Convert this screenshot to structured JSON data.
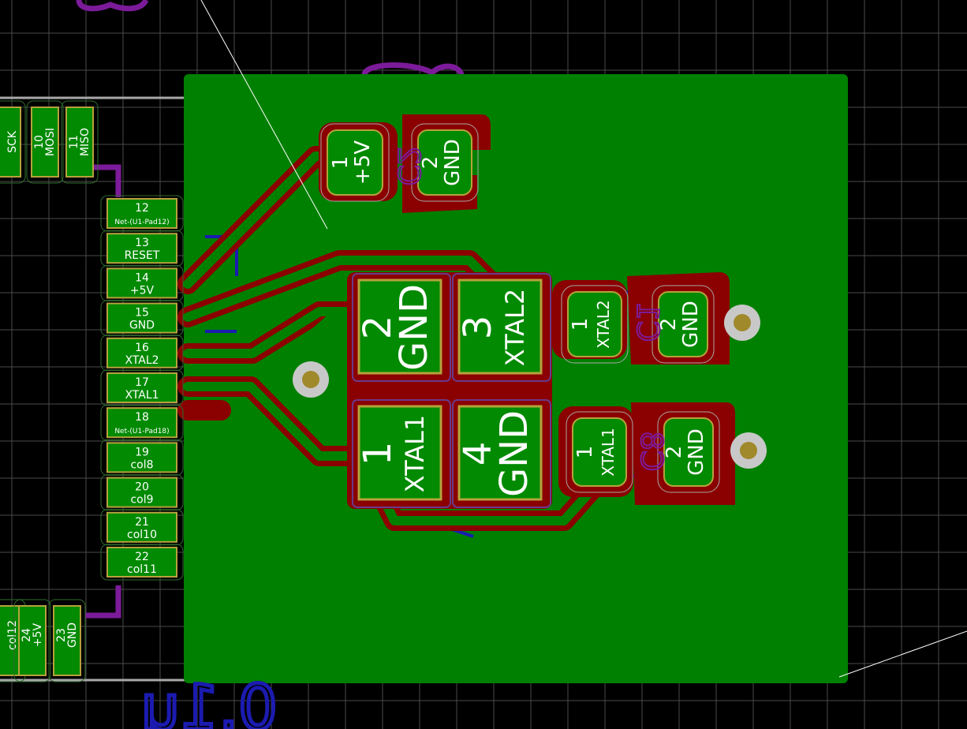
{
  "colors": {
    "background": "#000000",
    "grid": "#4a4a4a",
    "copper_front": "#8b0000",
    "copper_fill": "#008000",
    "copper_back": "#1b1bb0",
    "silk_back": "#7c1b9a",
    "pad_fill": "#028a02",
    "pad_outline": "#b5a23c",
    "via_ring": "#c8c8c8",
    "via_hole": "#a0892a",
    "outline_grey": "#a8a8a8",
    "label": "#ffffff"
  },
  "silkscreen": {
    "top_fragment": "u",
    "bottom_label": "0.1u",
    "c2_ref": "C2",
    "c1_ref": "C1",
    "c8_ref": "C8"
  },
  "header_pads": {
    "top_row": [
      {
        "num": "",
        "net": "SCK"
      },
      {
        "num": "10",
        "net": "MOSI"
      },
      {
        "num": "11",
        "net": "MISO"
      }
    ],
    "left_column": [
      {
        "num": "12",
        "net": "Net-(U1-Pad12)"
      },
      {
        "num": "13",
        "net": "RESET"
      },
      {
        "num": "14",
        "net": "+5V"
      },
      {
        "num": "15",
        "net": "GND"
      },
      {
        "num": "16",
        "net": "XTAL2"
      },
      {
        "num": "17",
        "net": "XTAL1"
      },
      {
        "num": "18",
        "net": "Net-(U1-Pad18)"
      },
      {
        "num": "19",
        "net": "col8"
      },
      {
        "num": "20",
        "net": "col9"
      },
      {
        "num": "21",
        "net": "col10"
      },
      {
        "num": "22",
        "net": "col11"
      }
    ],
    "bottom_row": [
      {
        "num": "",
        "net": "col12"
      },
      {
        "num": "24",
        "net": "+5V"
      },
      {
        "num": "23",
        "net": "GND"
      }
    ]
  },
  "crystal_pads": [
    {
      "num": "2",
      "net": "GND"
    },
    {
      "num": "3",
      "net": "XTAL2"
    },
    {
      "num": "1",
      "net": "XTAL1"
    },
    {
      "num": "4",
      "net": "GND"
    }
  ],
  "cap_pads": {
    "c2": [
      {
        "num": "1",
        "net": "+5V"
      },
      {
        "num": "2",
        "net": "GND"
      }
    ],
    "c1": [
      {
        "num": "1",
        "net": "XTAL2"
      },
      {
        "num": "2",
        "net": "GND"
      }
    ],
    "c8": [
      {
        "num": "1",
        "net": "XTAL1"
      },
      {
        "num": "2",
        "net": "GND"
      }
    ]
  }
}
